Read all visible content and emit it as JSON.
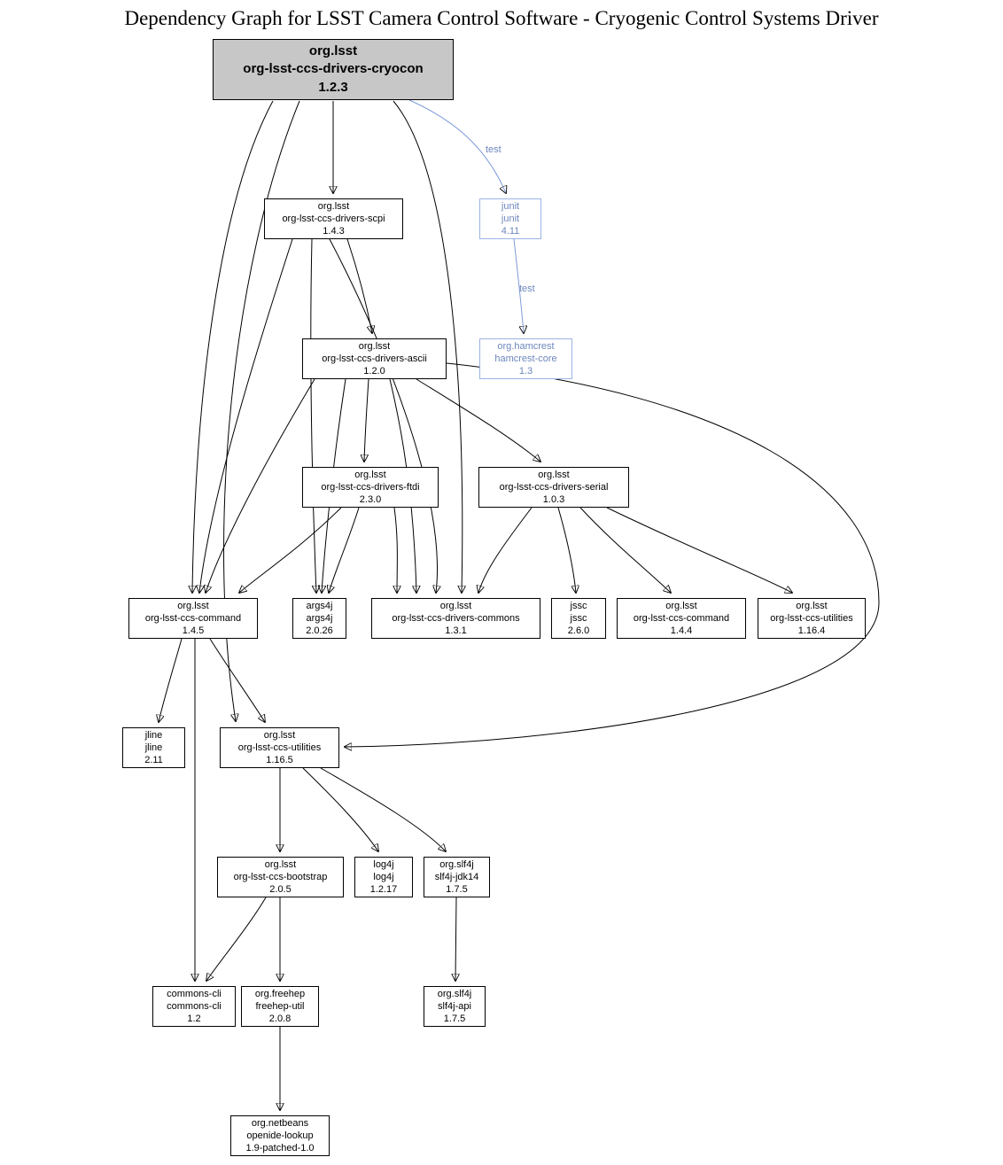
{
  "title": "Dependency Graph for LSST Camera Control Software - Cryogenic Control Systems Driver",
  "colors": {
    "root_fill": "#c7c7c7",
    "test_edge_blue": "#7d9ad9",
    "test_text_blue": "#6d87bd",
    "edge_black": "#000000"
  },
  "edge_labels": {
    "cryocon_junit": "test",
    "junit_hamcrest": "test"
  },
  "nodes": {
    "cryocon": {
      "group": "org.lsst",
      "artifact": "org-lsst-ccs-drivers-cryocon",
      "version": "1.2.3"
    },
    "scpi": {
      "group": "org.lsst",
      "artifact": "org-lsst-ccs-drivers-scpi",
      "version": "1.4.3"
    },
    "junit": {
      "group": "junit",
      "artifact": "junit",
      "version": "4.11"
    },
    "hamcrest": {
      "group": "org.hamcrest",
      "artifact": "hamcrest-core",
      "version": "1.3"
    },
    "ascii": {
      "group": "org.lsst",
      "artifact": "org-lsst-ccs-drivers-ascii",
      "version": "1.2.0"
    },
    "ftdi": {
      "group": "org.lsst",
      "artifact": "org-lsst-ccs-drivers-ftdi",
      "version": "2.3.0"
    },
    "serial": {
      "group": "org.lsst",
      "artifact": "org-lsst-ccs-drivers-serial",
      "version": "1.0.3"
    },
    "command_145": {
      "group": "org.lsst",
      "artifact": "org-lsst-ccs-command",
      "version": "1.4.5"
    },
    "args4j": {
      "group": "args4j",
      "artifact": "args4j",
      "version": "2.0.26"
    },
    "commons_131": {
      "group": "org.lsst",
      "artifact": "org-lsst-ccs-drivers-commons",
      "version": "1.3.1"
    },
    "jssc": {
      "group": "jssc",
      "artifact": "jssc",
      "version": "2.6.0"
    },
    "command_144": {
      "group": "org.lsst",
      "artifact": "org-lsst-ccs-command",
      "version": "1.4.4"
    },
    "utilities_1164": {
      "group": "org.lsst",
      "artifact": "org-lsst-ccs-utilities",
      "version": "1.16.4"
    },
    "jline": {
      "group": "jline",
      "artifact": "jline",
      "version": "2.11"
    },
    "utilities_1165": {
      "group": "org.lsst",
      "artifact": "org-lsst-ccs-utilities",
      "version": "1.16.5"
    },
    "bootstrap": {
      "group": "org.lsst",
      "artifact": "org-lsst-ccs-bootstrap",
      "version": "2.0.5"
    },
    "log4j": {
      "group": "log4j",
      "artifact": "log4j",
      "version": "1.2.17"
    },
    "slf4j_jdk14": {
      "group": "org.slf4j",
      "artifact": "slf4j-jdk14",
      "version": "1.7.5"
    },
    "commons_cli": {
      "group": "commons-cli",
      "artifact": "commons-cli",
      "version": "1.2"
    },
    "freehep": {
      "group": "org.freehep",
      "artifact": "freehep-util",
      "version": "2.0.8"
    },
    "slf4j_api": {
      "group": "org.slf4j",
      "artifact": "slf4j-api",
      "version": "1.7.5"
    },
    "openide": {
      "group": "org.netbeans",
      "artifact": "openide-lookup",
      "version": "1.9-patched-1.0"
    }
  }
}
